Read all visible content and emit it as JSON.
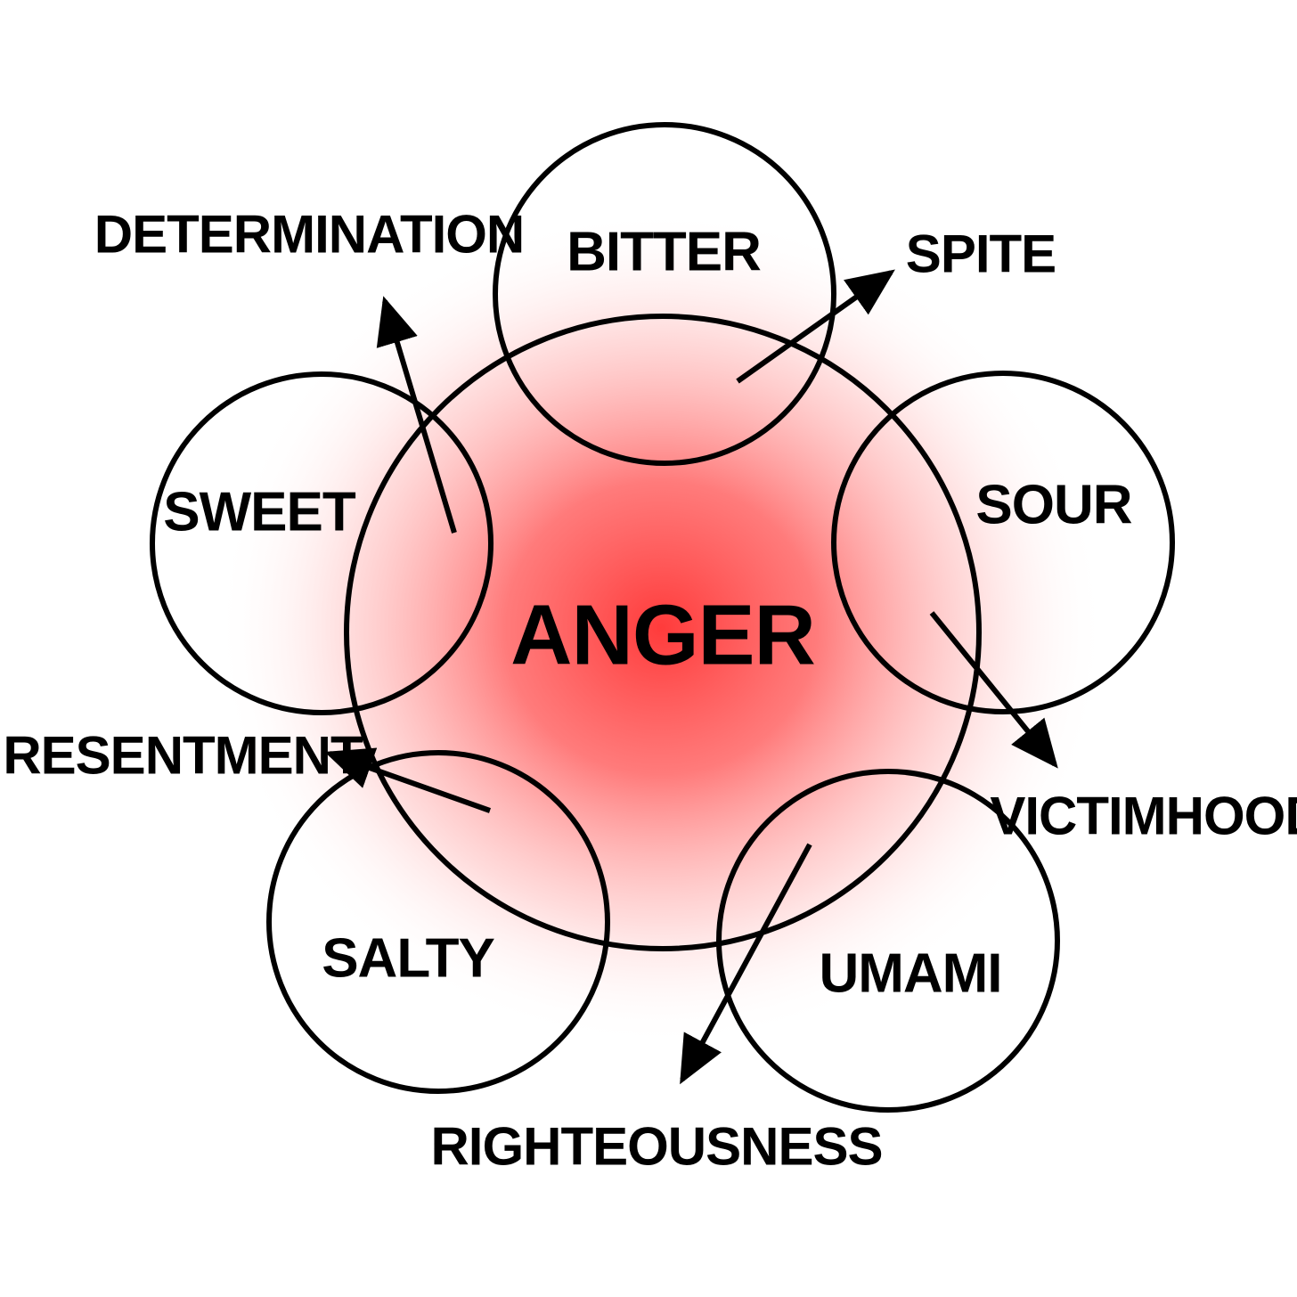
{
  "diagram": {
    "center": {
      "label": "ANGER"
    },
    "tastes": [
      {
        "id": "bitter",
        "label": "BITTER"
      },
      {
        "id": "sour",
        "label": "SOUR"
      },
      {
        "id": "umami",
        "label": "UMAMI"
      },
      {
        "id": "salty",
        "label": "SALTY"
      },
      {
        "id": "sweet",
        "label": "SWEET"
      }
    ],
    "outcomes": [
      {
        "id": "spite",
        "label": "SPITE",
        "from": "bitter"
      },
      {
        "id": "victimhood",
        "label": "VICTIMHOOD",
        "from": "sour"
      },
      {
        "id": "righteousness",
        "label": "RIGHTEOUSNESS",
        "from": "umami"
      },
      {
        "id": "resentment",
        "label": "RESENTMENT",
        "from": "salty"
      },
      {
        "id": "determination",
        "label": "DETERMINATION",
        "from": "sweet"
      }
    ],
    "colors": {
      "glow": "#ff3b3b",
      "stroke": "#000000",
      "background": "#ffffff"
    }
  }
}
